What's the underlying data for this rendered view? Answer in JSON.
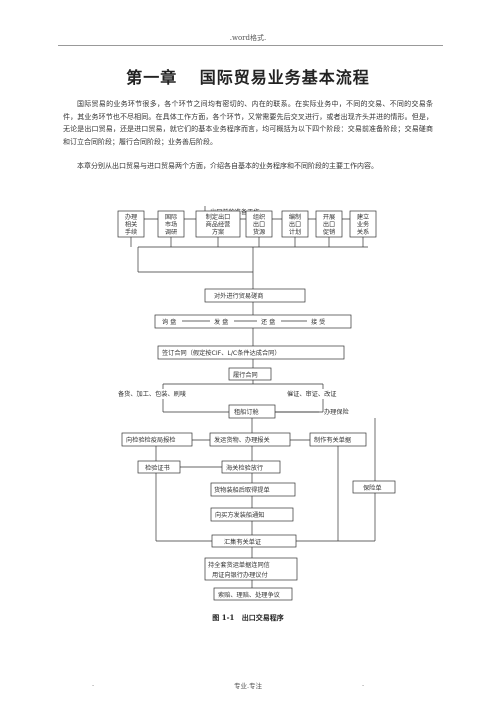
{
  "header": {
    "text": ".word格式."
  },
  "title": {
    "chapter": "第一章",
    "name": "国际贸易业务基本流程"
  },
  "paragraphs": [
    "国际贸易的业务环节很多，各个环节之间均有密切的、内在的联系。在实际业务中，不同的交易、不同的交易条件，其业务环节也不尽相同。在具体工作方面，各个环节，又常需要先后交叉进行，或者出现齐头并进的情形。但是，无论是出口贸易，还是进口贸易，就它们的基本业务程序而言，均可概括为以下四个阶段：交易前准备阶段；交易磋商和订立合同阶段；履行合同阶段；业务善后阶段。",
    "本章分别从出口贸易与进口贸易两个方面，介绍各自基本的业务程序和不同阶段的主要工作内容。"
  ],
  "flow": {
    "prep": "出口前的准备工作",
    "prep_items": [
      [
        "办理",
        "相关",
        "手续"
      ],
      [
        "国际",
        "市场",
        "调研"
      ],
      [
        "制定出口",
        "商品经营",
        "方案"
      ],
      [
        "组织",
        "出口",
        "货源"
      ],
      [
        "编制",
        "出口",
        "计划"
      ],
      [
        "开展",
        "出口",
        "促销"
      ],
      [
        "建立",
        "业务",
        "关系"
      ]
    ],
    "negotiate": "对外进行贸易磋商",
    "steps": [
      "询 盘",
      "发 盘",
      "还 盘",
      "接 受"
    ],
    "sign": "签订合同（假定按CIF、L/C条件达成合同）",
    "perform": "履行合同",
    "left_branch": "备货、加工、包装、刷唛",
    "right_branch": "催证、审证、改证",
    "charter": "租船订舱",
    "insure": "办理保险",
    "inspect_apply": "向检验检疫局报检",
    "ship": "发运货物、办理报关",
    "docs_make": "制作有关单据",
    "cert": "检验证书",
    "customs": "海关检验放行",
    "bl": "货物装船后取得提单",
    "policy": "保险单",
    "notice": "向买方发装船通知",
    "collect": "汇集有关单证",
    "negotiation": [
      "持全套货运单据连同信",
      "用证向银行办理议付"
    ],
    "claims": "索赔、理赔、处理争议"
  },
  "caption": {
    "fig": "图 1-1",
    "text": "出口交易程序"
  },
  "footer": {
    "left": ".",
    "center": "专业.专注",
    "right": "."
  }
}
